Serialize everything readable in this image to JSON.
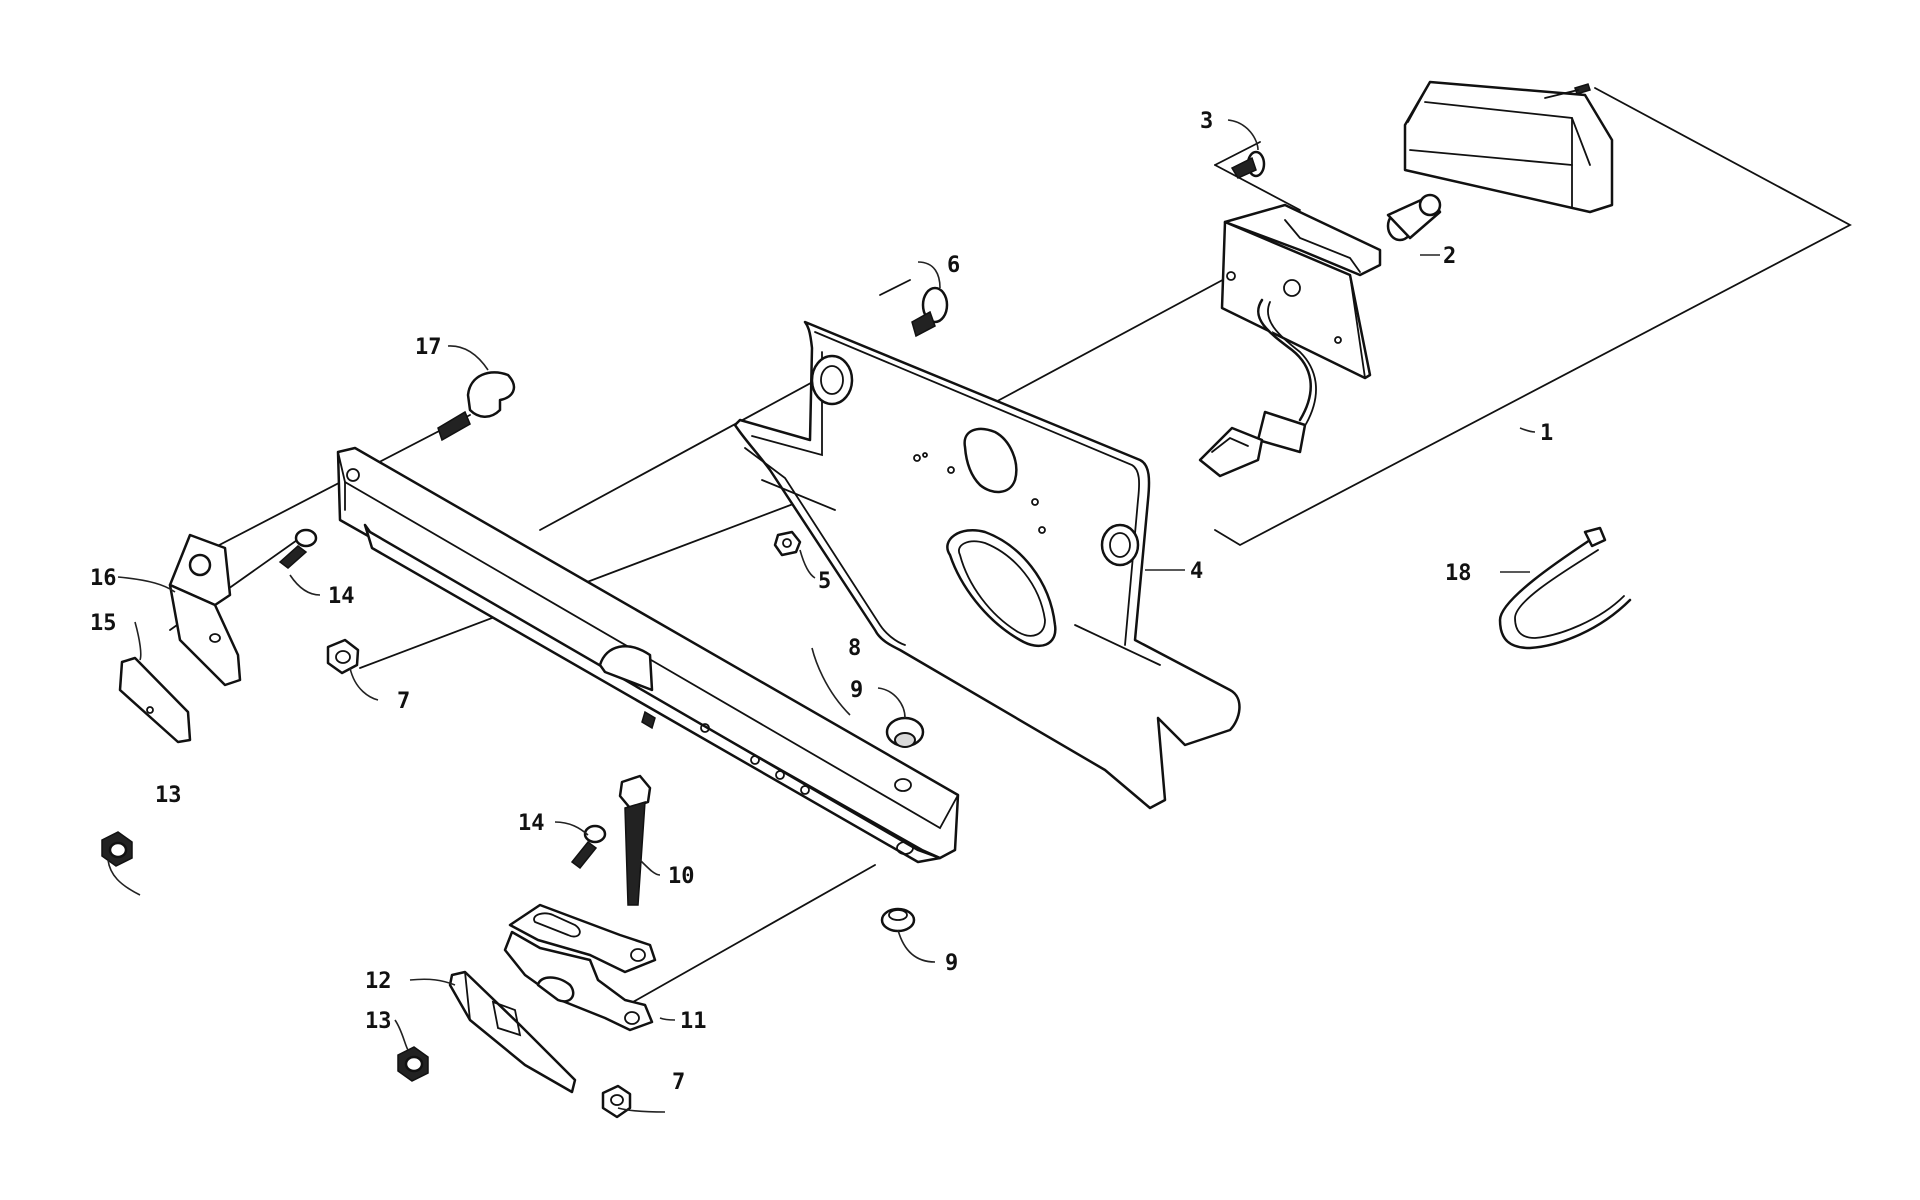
{
  "callouts": [
    {
      "id": "1",
      "label": "1"
    },
    {
      "id": "2",
      "label": "2"
    },
    {
      "id": "3",
      "label": "3"
    },
    {
      "id": "4",
      "label": "4"
    },
    {
      "id": "5",
      "label": "5"
    },
    {
      "id": "6",
      "label": "6"
    },
    {
      "id": "7a",
      "label": "7"
    },
    {
      "id": "7b",
      "label": "7"
    },
    {
      "id": "8",
      "label": "8"
    },
    {
      "id": "9a",
      "label": "9"
    },
    {
      "id": "9b",
      "label": "9"
    },
    {
      "id": "10",
      "label": "10"
    },
    {
      "id": "11",
      "label": "11"
    },
    {
      "id": "12",
      "label": "12"
    },
    {
      "id": "13a",
      "label": "13"
    },
    {
      "id": "13b",
      "label": "13"
    },
    {
      "id": "14a",
      "label": "14"
    },
    {
      "id": "14b",
      "label": "14"
    },
    {
      "id": "15",
      "label": "15"
    },
    {
      "id": "16",
      "label": "16"
    },
    {
      "id": "17",
      "label": "17"
    },
    {
      "id": "18",
      "label": "18"
    }
  ],
  "colors": {
    "line": "#111111",
    "background": "#ffffff"
  }
}
